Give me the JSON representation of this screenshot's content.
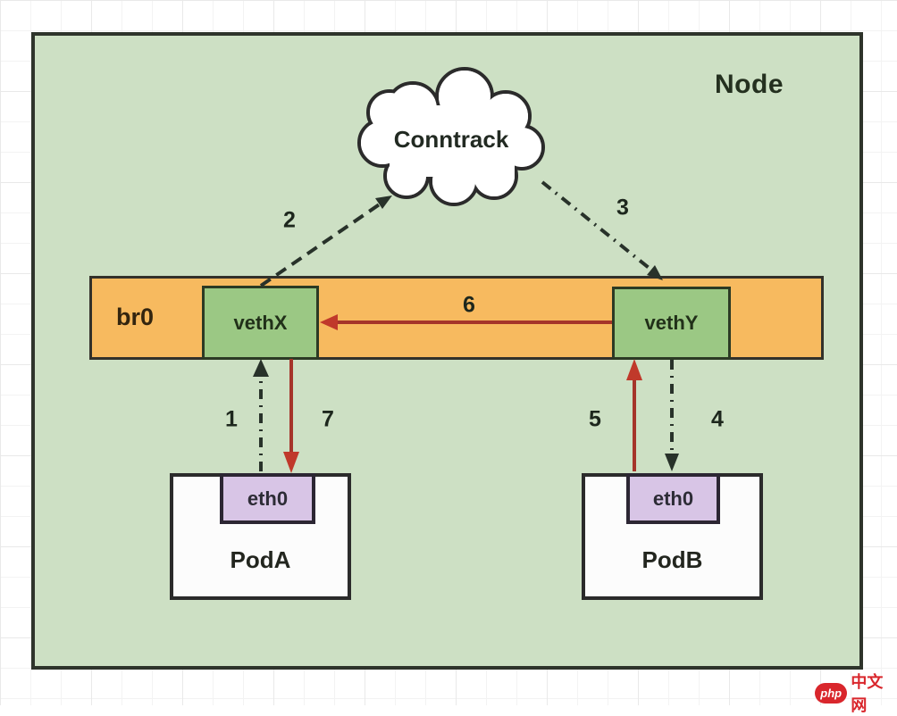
{
  "diagram": {
    "node_label": "Node",
    "cloud_label": "Conntrack",
    "bridge": {
      "label": "br0",
      "veth_left": "vethX",
      "veth_right": "vethY"
    },
    "pods": [
      {
        "name": "PodA",
        "interface": "eth0"
      },
      {
        "name": "PodB",
        "interface": "eth0"
      }
    ],
    "steps": [
      "1",
      "2",
      "3",
      "4",
      "5",
      "6",
      "7"
    ],
    "arrow_styles": {
      "step1": "dash-dot dark, eth0 PodA up to vethX",
      "step2": "dashed dark, vethX up to Conntrack cloud",
      "step3": "dash-dot dark, Conntrack cloud down to vethY",
      "step4": "dash-dot dark, vethY down to eth0 PodB",
      "step5": "solid red, eth0 PodB up to vethY",
      "step6": "solid red, vethY left to vethX",
      "step7": "solid red, vethX down to eth0 PodA"
    },
    "colors": {
      "node_fill": "#cde0c4",
      "bridge_fill": "#f7ba5f",
      "veth_fill": "#9bc884",
      "eth_fill": "#d8c5e6",
      "pod_fill": "#fcfcfc",
      "arrow_red": "#a5352a",
      "arrow_red_head": "#c0392b",
      "arrow_dark": "#28322a",
      "outline_dark": "#2e342b"
    }
  },
  "watermark": {
    "logo": "php",
    "text": "中文网"
  }
}
